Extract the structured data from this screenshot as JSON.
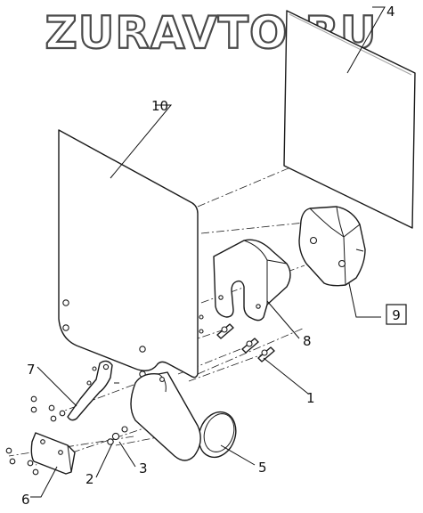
{
  "watermark": {
    "text": "ZURAVTO.RU"
  },
  "callouts": [
    {
      "id": "1",
      "label": "1"
    },
    {
      "id": "2",
      "label": "2"
    },
    {
      "id": "3",
      "label": "3"
    },
    {
      "id": "4",
      "label": "4"
    },
    {
      "id": "5",
      "label": "5"
    },
    {
      "id": "6",
      "label": "6"
    },
    {
      "id": "7",
      "label": "7"
    },
    {
      "id": "8",
      "label": "8"
    },
    {
      "id": "9",
      "label": "9",
      "boxed": true
    },
    {
      "id": "10",
      "label": "10"
    }
  ]
}
